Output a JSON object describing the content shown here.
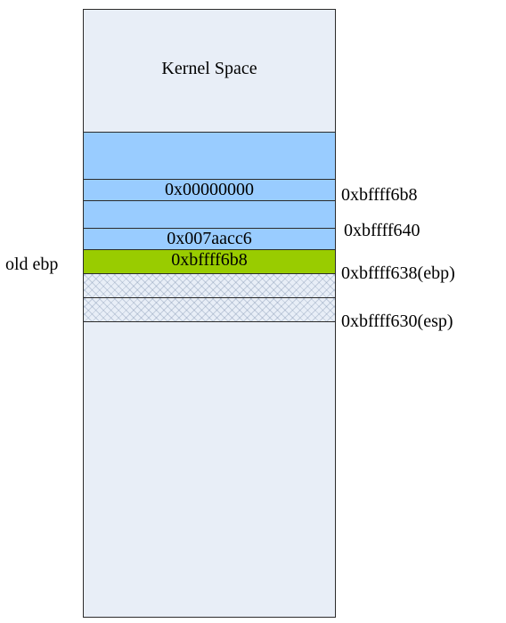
{
  "title": "Kernel Space",
  "cells": {
    "c1_value": "0x00000000",
    "c3_value": "0x007aacc6",
    "c4_value": "0xbffff6b8"
  },
  "left_labels": {
    "old_ebp": "old ebp"
  },
  "right_labels": {
    "a1": "0xbffff6b8",
    "a2": "0xbffff640",
    "a3": "0xbffff638(ebp)",
    "a4": "0xbffff630(esp)"
  },
  "colors": {
    "background": "#e8eef7",
    "stack_frame": "#99ccff",
    "old_ebp_cell": "#99cc00"
  }
}
